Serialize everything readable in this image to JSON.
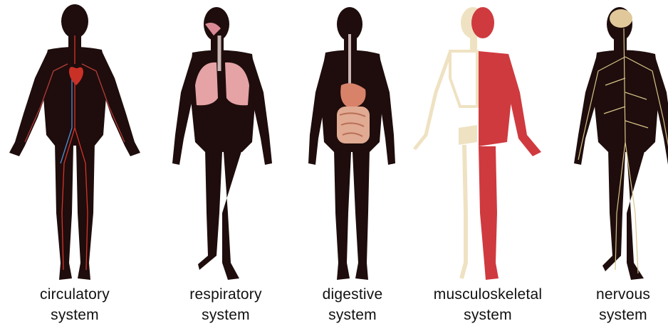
{
  "systems": [
    {
      "id": "circulatory",
      "line1": "circulatory",
      "line2": "system"
    },
    {
      "id": "respiratory",
      "line1": "respiratory",
      "line2": "system"
    },
    {
      "id": "digestive",
      "line1": "digestive",
      "line2": "system"
    },
    {
      "id": "musculoskeletal",
      "line1": "musculoskeletal",
      "line2": "system"
    },
    {
      "id": "nervous",
      "line1": "nervous",
      "line2": "system"
    }
  ],
  "colors": {
    "body": "#1e0d0c",
    "body_edge": "#3a1a17",
    "blood_red": "#d8332a",
    "blood_blue": "#4f8fd6",
    "lung": "#e5a3a6",
    "gut": "#d9826a",
    "muscle": "#cf3a3f",
    "bone": "#efe2c2",
    "nerve": "#d8c48a"
  }
}
